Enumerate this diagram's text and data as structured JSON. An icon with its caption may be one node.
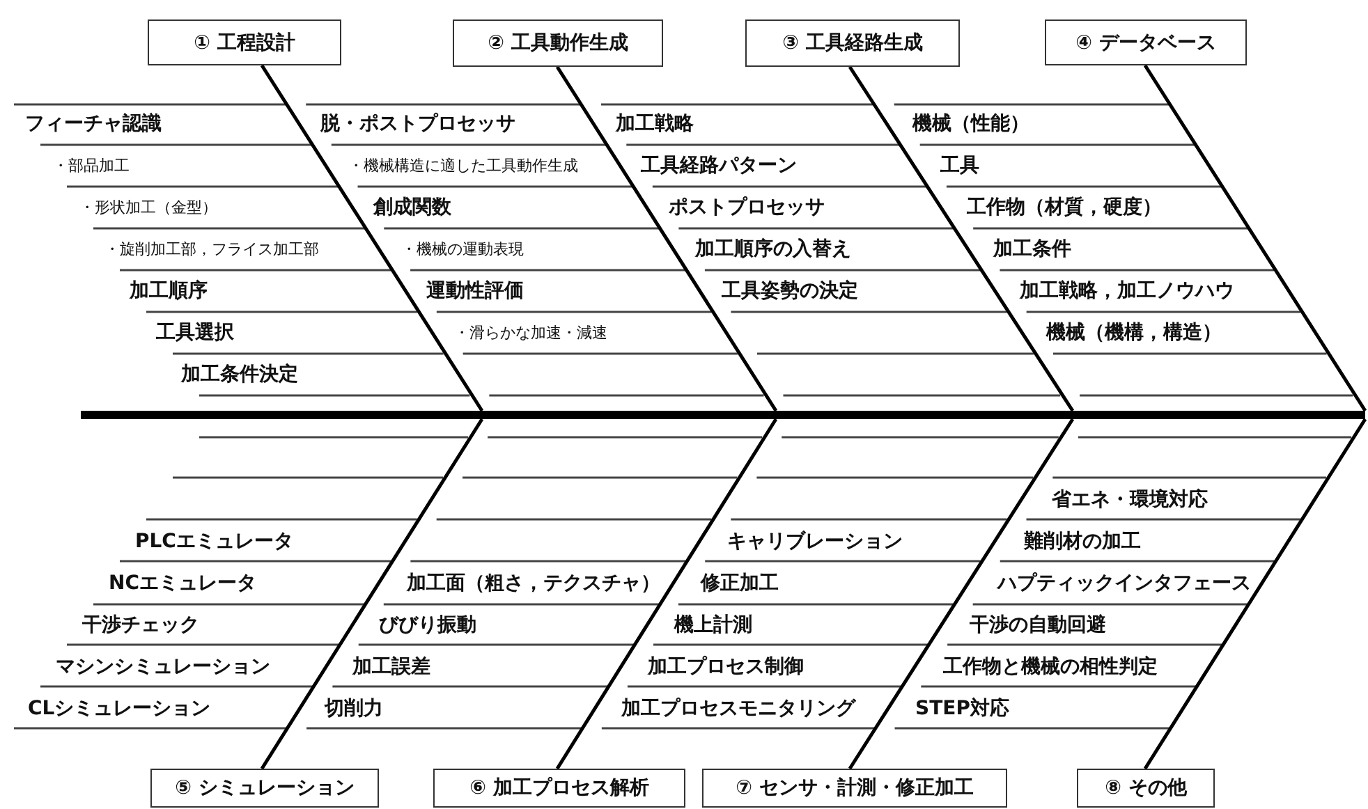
{
  "diagram": {
    "nodes": [
      {
        "text": [
          "① 工程設計"
        ]
      },
      {
        "text": [
          "② 工具動作生成"
        ]
      },
      {
        "text": [
          "③ 工具経路生成"
        ]
      },
      {
        "text": [
          "④ データベース"
        ]
      },
      {
        "text": [
          "⑤ シミュレーション"
        ]
      },
      {
        "text": [
          "⑥ 加工プロセス解析"
        ]
      },
      {
        "text": [
          "⑦ センサ・計測・修正加工"
        ]
      },
      {
        "text": [
          "⑧ その他"
        ]
      },
      {
        "text": [],
        "shape": "bar"
      }
    ],
    "edges": [
      {
        "from": 0,
        "to": 8,
        "arrow": "none"
      },
      {
        "from": 1,
        "to": 8,
        "arrow": "none"
      },
      {
        "from": 2,
        "to": 8,
        "arrow": "none"
      },
      {
        "from": 3,
        "to": 8,
        "arrow": "none"
      },
      {
        "from": 4,
        "to": 8,
        "arrow": "none"
      },
      {
        "from": 5,
        "to": 8,
        "arrow": "none"
      },
      {
        "from": 6,
        "to": 8,
        "arrow": "none"
      },
      {
        "from": 7,
        "to": 8,
        "arrow": "none"
      }
    ],
    "labels": [
      "フィーチャ認識",
      "・部品加工",
      "・形状加工（金型）",
      "・旋削加工部，フライス加工部",
      "加工順序",
      "工具選択",
      "加工条件決定",
      "脱・ポストプロセッサ",
      "・機械構造に適した工具動作生成",
      "創成関数",
      "・機械の運動表現",
      "運動性評価",
      "・滑らかな加速・減速",
      "加工戦略",
      "工具経路パターン",
      "ポストプロセッサ",
      "加工順序の入替え",
      "工具姿勢の決定",
      "機械（性能）",
      "工具",
      "工作物（材質，硬度）",
      "加工条件",
      "加工戦略，加工ノウハウ",
      "機械（機構，構造）",
      "PLCエミュレータ",
      "NCエミュレータ",
      "干渉チェック",
      "マシンシミュレーション",
      "CLシミュレーション",
      "加工面（粗さ，テクスチャ）",
      "びびり振動",
      "加工誤差",
      "切削力",
      "キャリブレーション",
      "修正加工",
      "機上計測",
      "加工プロセス制御",
      "加工プロセスモニタリング",
      "省エネ・環境対応",
      "難削材の加工",
      "ハプティックインタフェース",
      "干渉の自動回避",
      "工作物と機械の相性判定",
      "STEP対応"
    ]
  }
}
